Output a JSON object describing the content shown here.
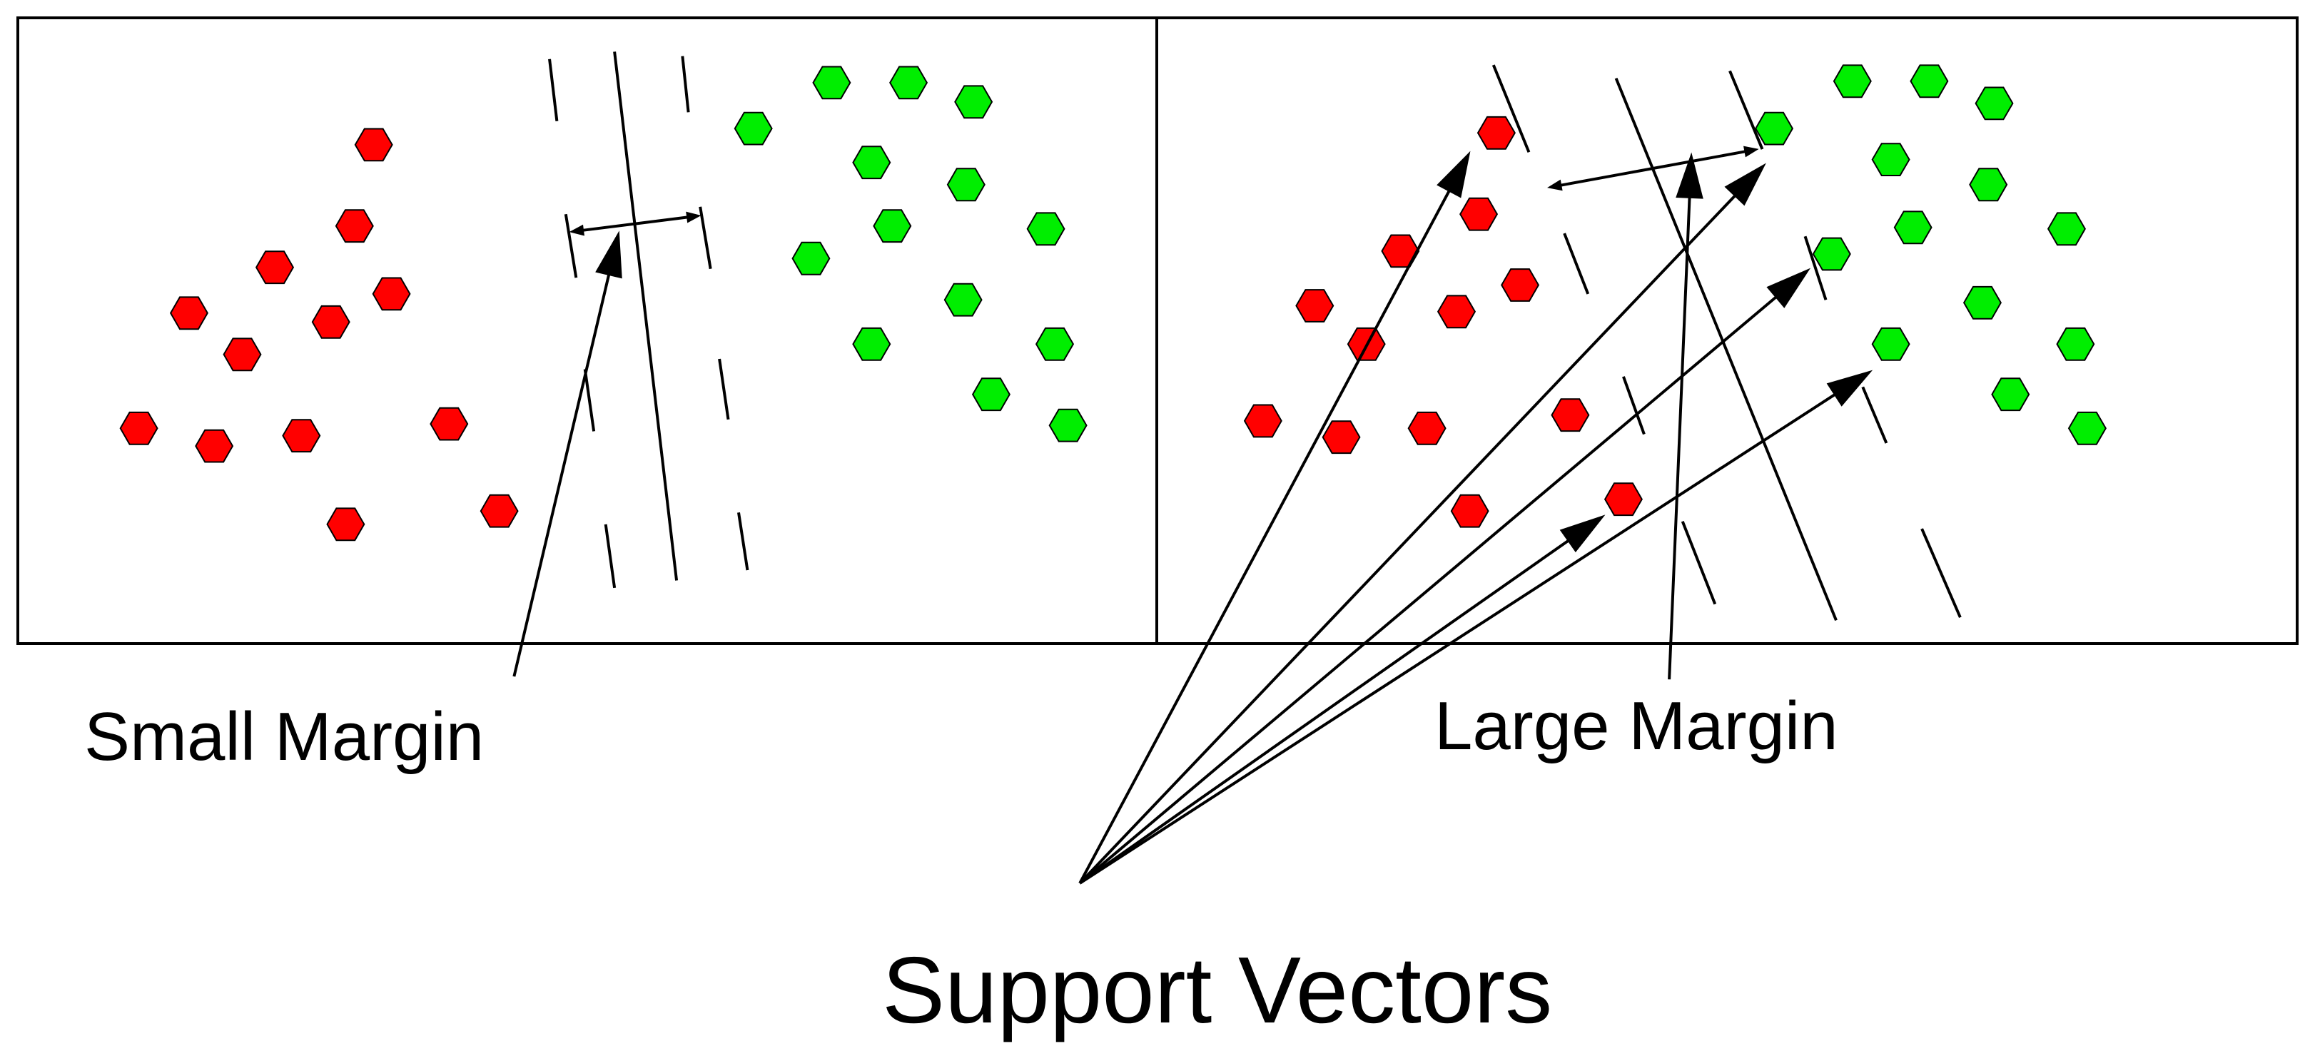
{
  "labels": {
    "small_margin": "Small Margin",
    "large_margin": "Large Margin",
    "support_vectors": "Support Vectors"
  },
  "colors": {
    "class_a": "#ff0000",
    "class_b": "#00ee00",
    "outline": "#000000",
    "background": "#ffffff"
  }
}
